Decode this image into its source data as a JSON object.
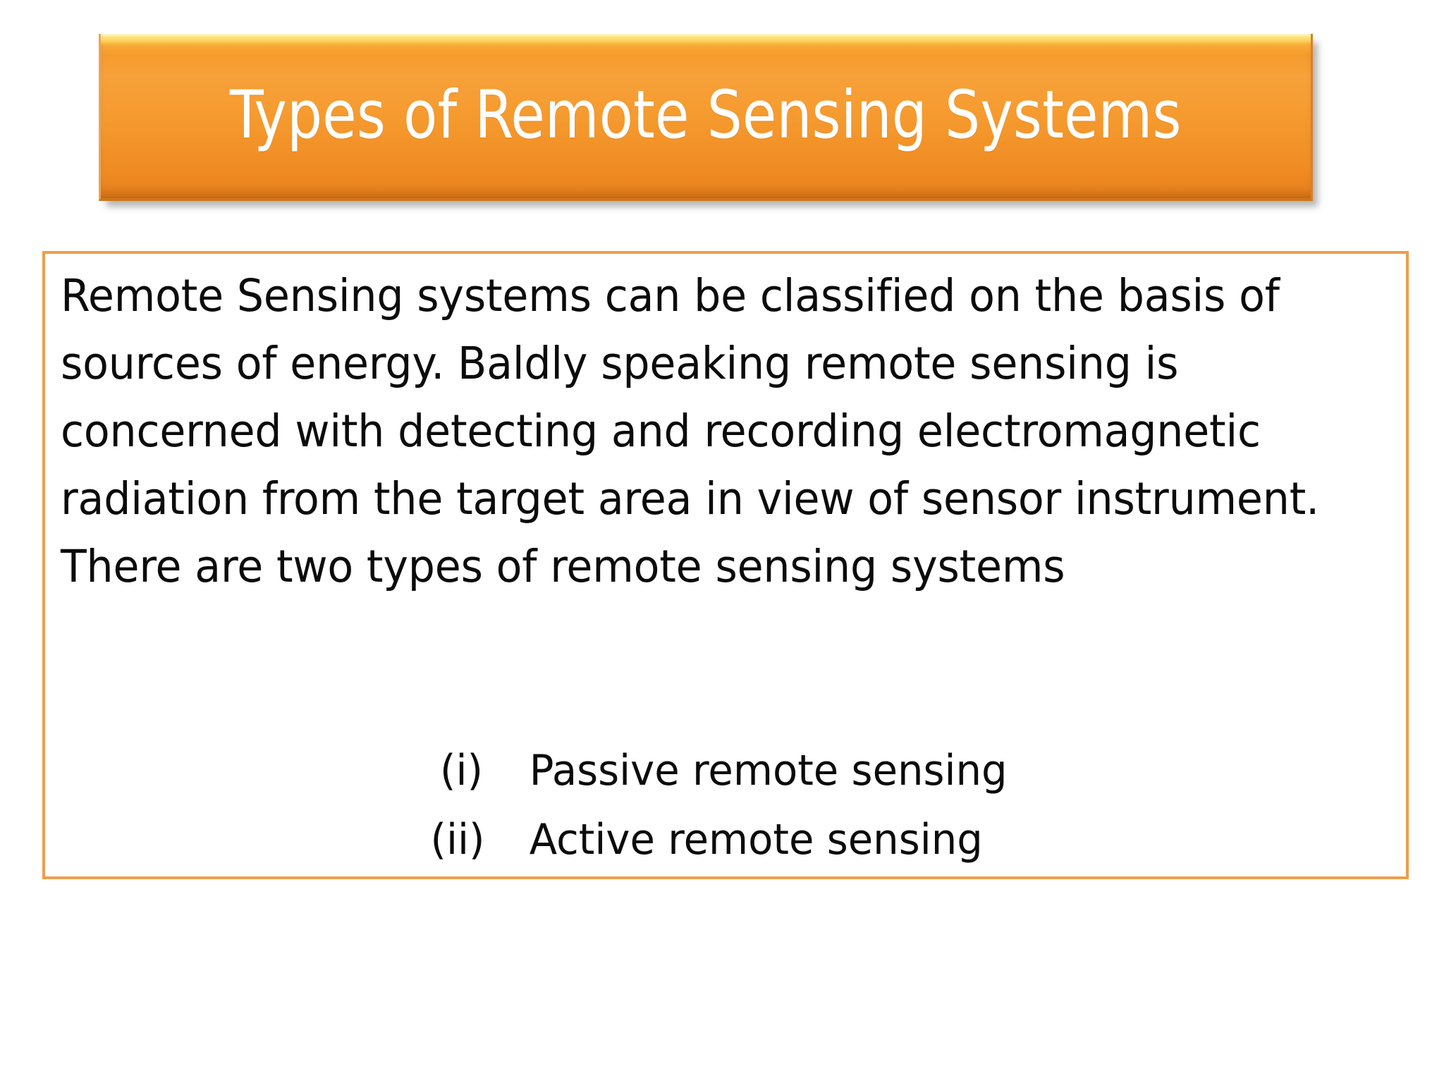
{
  "slide": {
    "background_color": "#ffffff",
    "accent_color": "#f59b2c",
    "border_color": "#ef9d4c",
    "title_text_color": "#ffffff",
    "body_text_color": "#0b0b0b"
  },
  "title": {
    "text": "Types of Remote Sensing Systems"
  },
  "content": {
    "paragraph": "Remote Sensing systems can be classified on the basis of sources of energy. Baldly speaking remote sensing is concerned with detecting and recording electromagnetic radiation from the target area in view of sensor instrument. There are two types of remote sensing systems",
    "list": [
      {
        "marker": "(i)",
        "label": "Passive remote sensing"
      },
      {
        "marker": "(ii)",
        "label": "Active remote sensing"
      }
    ]
  }
}
